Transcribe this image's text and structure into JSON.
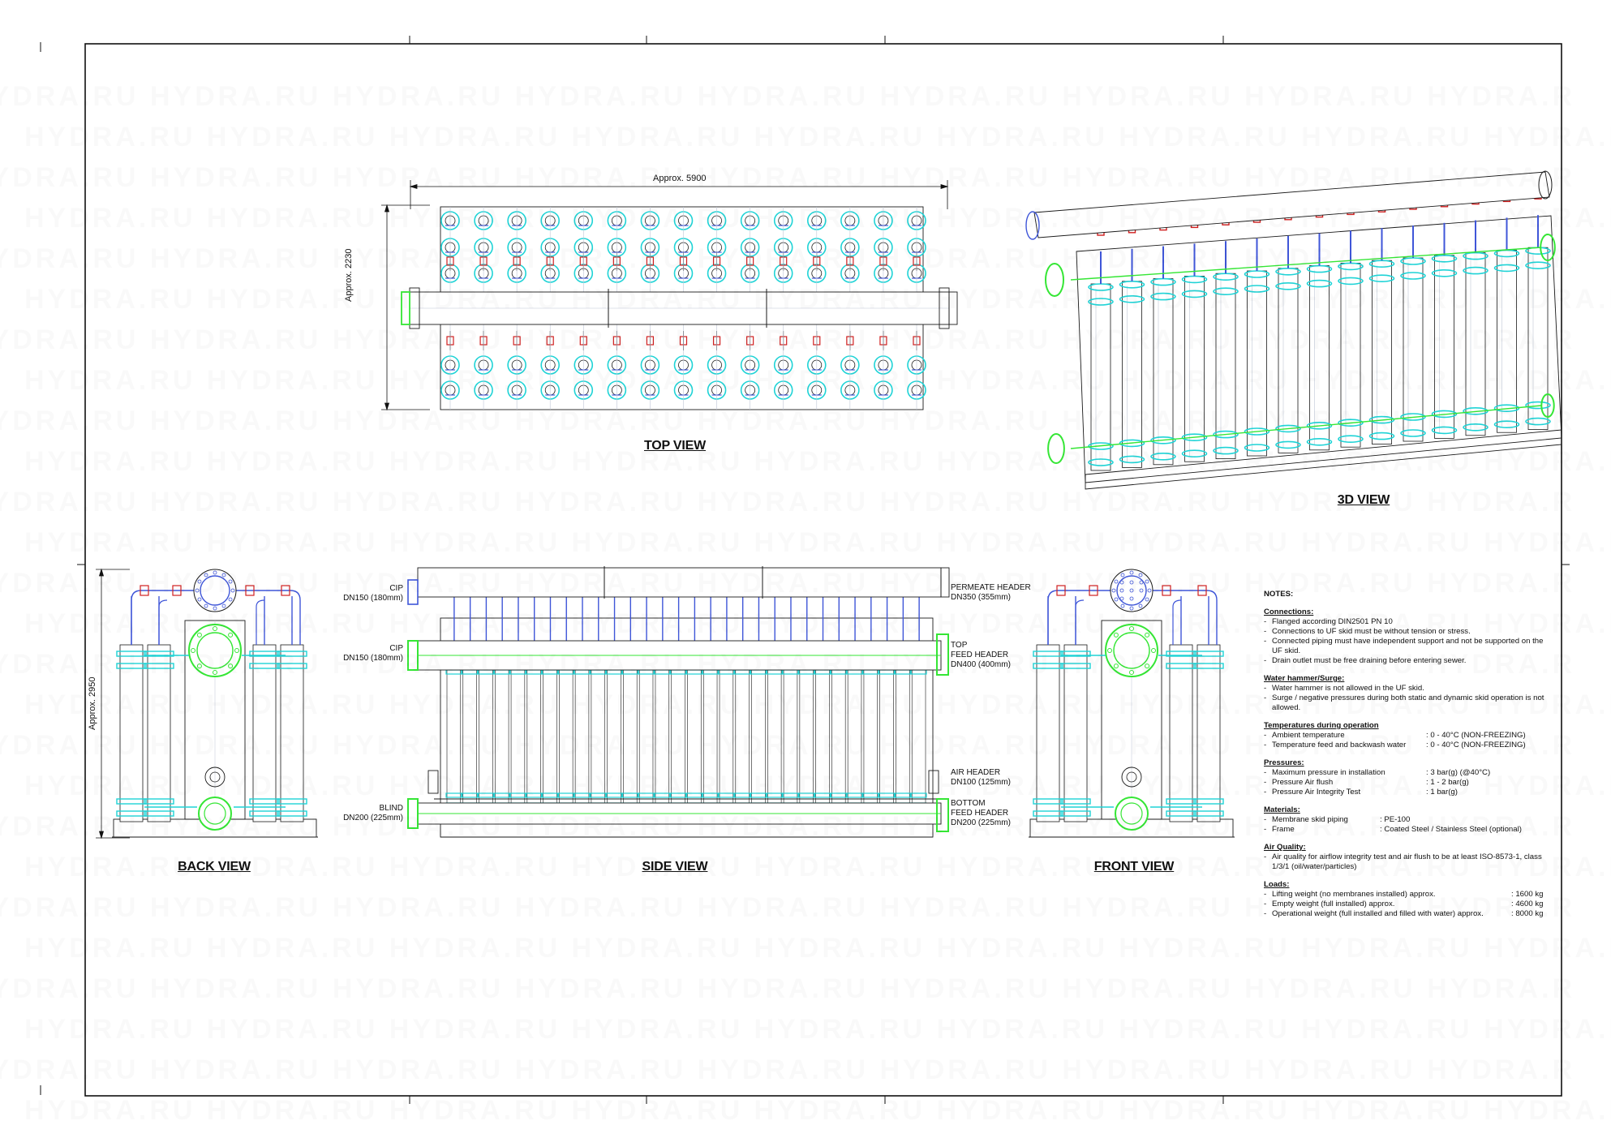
{
  "views": {
    "top": {
      "title": "TOP VIEW",
      "dim_width": "Approx. 5900",
      "dim_height": "Approx. 2230"
    },
    "three_d": {
      "title": "3D VIEW"
    },
    "back": {
      "title": "BACK VIEW",
      "dim_height": "Approx. 2950"
    },
    "side": {
      "title": "SIDE VIEW"
    },
    "front": {
      "title": "FRONT VIEW"
    }
  },
  "side_labels": {
    "cip_top": [
      "CIP",
      "DN150 (180mm)"
    ],
    "cip_mid": [
      "CIP",
      "DN150 (180mm)"
    ],
    "blind": [
      "BLIND",
      "DN200 (225mm)"
    ],
    "permeate": [
      "PERMEATE HEADER",
      "DN350 (355mm)"
    ],
    "top_feed": [
      "TOP",
      "FEED HEADER",
      "DN400 (400mm)"
    ],
    "air": [
      "AIR HEADER",
      "DN100 (125mm)"
    ],
    "bottom_feed": [
      "BOTTOM",
      "FEED HEADER",
      "DN200 (225mm)"
    ]
  },
  "notes": {
    "title": "NOTES:",
    "sections": [
      {
        "heading": "Connections:",
        "items": [
          [
            "Flanged according DIN2501 PN 10"
          ],
          [
            "Connections to UF skid must be without tension or stress."
          ],
          [
            "Connected piping must have independent support and not be supported on the",
            "UF skid."
          ],
          [
            "Drain outlet must be free draining before entering sewer."
          ]
        ]
      },
      {
        "heading": "Water hammer/Surge:",
        "items": [
          [
            "Water hammer is not allowed in the UF skid."
          ],
          [
            "Surge / negative pressures during both static and dynamic skid operation is not",
            "allowed."
          ]
        ]
      },
      {
        "heading": "Temperatures during operation",
        "kv": [
          [
            "Ambient temperature",
            ": 0 - 40°C (NON-FREEZING)"
          ],
          [
            "Temperature feed and backwash water",
            ": 0 - 40°C (NON-FREEZING)"
          ]
        ]
      },
      {
        "heading": "Pressures:",
        "kv": [
          [
            "Maximum pressure in installation",
            ": 3 bar(g) (@40°C)"
          ],
          [
            "Pressure Air flush",
            ": 1 - 2 bar(g)"
          ],
          [
            "Pressure Air Integrity Test",
            ": 1 bar(g)"
          ]
        ]
      },
      {
        "heading": "Materials:",
        "kv": [
          [
            "Membrane skid piping",
            ": PE-100"
          ],
          [
            "Frame",
            ": Coated Steel / Stainless Steel (optional)"
          ]
        ]
      },
      {
        "heading": "Air Quality:",
        "items": [
          [
            "Air quality for airflow integrity test and air flush to be at least ISO-8573-1, class",
            "1/3/1 (oil/water/particles)"
          ]
        ]
      },
      {
        "heading": "Loads:",
        "kv": [
          [
            "Lifting weight (no membranes installed) approx.",
            ": 1600 kg"
          ],
          [
            "Empty weight (full installed) approx.",
            ": 4600 kg"
          ],
          [
            "Operational weight (full installed and filled with water) approx.",
            ": 8000 kg"
          ]
        ]
      }
    ]
  },
  "watermark": "HYDRA.RU",
  "colors": {
    "line": "#1a1a1a",
    "cyan": "#1fd3d6",
    "green": "#35e635",
    "blue": "#3f56d8",
    "red": "#d02020",
    "light": "#bfc6d6"
  }
}
